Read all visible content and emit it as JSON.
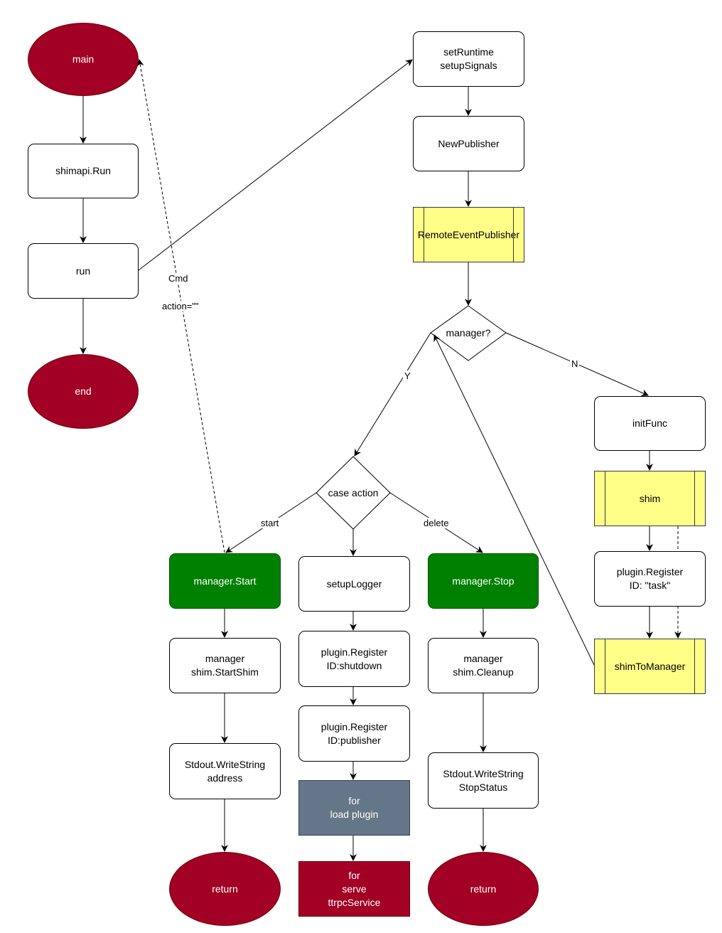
{
  "diagram": {
    "nodes": {
      "main": "main",
      "shimapi_run": "shimapi.Run",
      "run": "run",
      "end": "end",
      "set_runtime": "setRuntime\nsetupSignals",
      "new_publisher": "NewPublisher",
      "remote_event_publisher": "RemoteEventPublisher",
      "manager_decision": "manager?",
      "init_func": "initFunc",
      "shim": "shim",
      "plugin_register_task": "plugin.Register\nID: \"task\"",
      "shim_to_manager": "shimToManager",
      "case_action": "case action",
      "manager_start": "manager.Start",
      "start_shim": "manager\nshim.StartShim",
      "write_address": "Stdout.WriteString\naddress",
      "return_start": "return",
      "setup_logger": "setupLogger",
      "register_shutdown": "plugin.Register\nID:shutdown",
      "register_publisher": "plugin.Register\nID:publisher",
      "load_plugin": "for\nload plugin",
      "serve_ttrpc": "for\nserve\nttrpcService",
      "manager_stop": "manager.Stop",
      "cleanup": "manager\nshim.Cleanup",
      "write_stop_status": "Stdout.WriteString\nStopStatus",
      "return_delete": "return"
    },
    "edge_labels": {
      "cmd": "Cmd",
      "action": "action=\"\"",
      "yes": "Y",
      "no": "N",
      "start": "start",
      "delete": "delete"
    },
    "colors": {
      "terminal": "#a20025",
      "manager_action": "#008000",
      "subprocess": "#ffff88",
      "loop": "#647687",
      "line": "#000000"
    }
  }
}
